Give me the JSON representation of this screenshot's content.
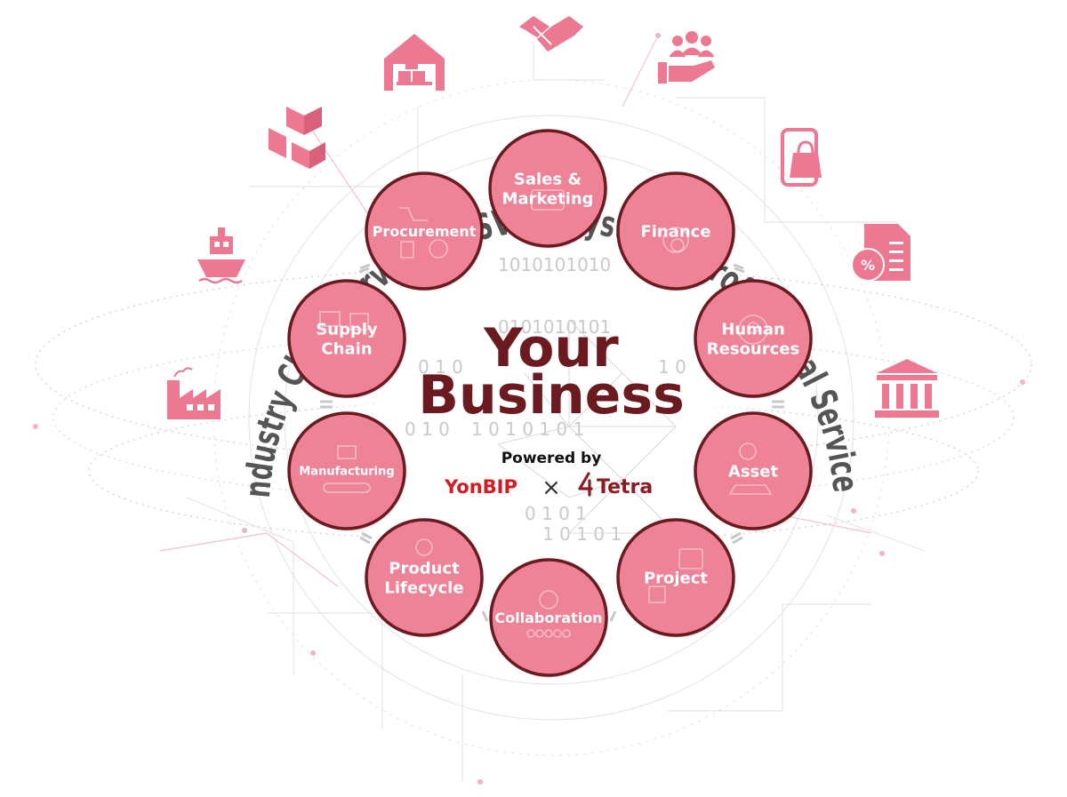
{
  "center": {
    "title_line1": "Your",
    "title_line2": "Business",
    "powered_by": "Powered by",
    "logo_left": "YonBIP",
    "logo_separator": "×",
    "logo_right": "Tetra"
  },
  "ring_text": "Industry Cloud Services • ISV Ecosystem • Professional Services",
  "modules": [
    {
      "label_lines": [
        "Sales &",
        "Marketing"
      ],
      "icon": "sales-marketing-icon"
    },
    {
      "label_lines": [
        "Finance"
      ],
      "icon": "finance-money-bag-icon"
    },
    {
      "label_lines": [
        "Human",
        "Resources"
      ],
      "icon": "human-resources-icon"
    },
    {
      "label_lines": [
        "Asset"
      ],
      "icon": "asset-vehicle-icon"
    },
    {
      "label_lines": [
        "Project"
      ],
      "icon": "project-calendar-icon"
    },
    {
      "label_lines": [
        "Collaboration"
      ],
      "icon": "collaboration-team-icon"
    },
    {
      "label_lines": [
        "Product",
        "Lifecycle"
      ],
      "icon": "product-lifecycle-gear-icon"
    },
    {
      "label_lines": [
        "Manufacturing"
      ],
      "icon": "manufacturing-conveyor-icon"
    },
    {
      "label_lines": [
        "Supply",
        "Chain"
      ],
      "icon": "supply-chain-truck-icon"
    },
    {
      "label_lines": [
        "Procurement"
      ],
      "icon": "procurement-cart-icon"
    }
  ],
  "outer_icons": [
    "factory-icon",
    "cargo-ship-icon",
    "boxes-icon",
    "warehouse-icon",
    "handshake-icon",
    "people-hand-icon",
    "mobile-shopping-icon",
    "invoice-discount-icon",
    "bank-icon"
  ],
  "colors": {
    "node_fill": "#ee8398",
    "node_stroke": "#6b1a1f",
    "title": "#6b1a1f",
    "ring_text": "#555555",
    "icon_pink": "#ec7891",
    "yonbip_red": "#d71920",
    "tetra_red": "#8e1a22"
  }
}
